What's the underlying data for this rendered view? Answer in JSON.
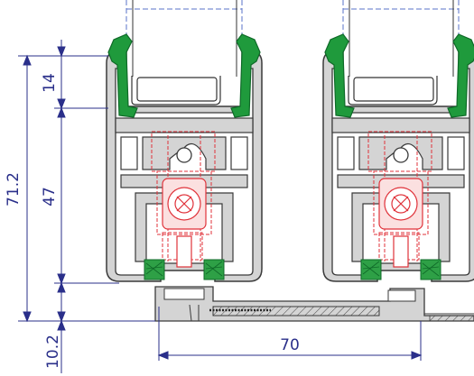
{
  "dimensions": {
    "overall_height": "71.2",
    "upper_height": "14",
    "middle_height": "47",
    "bottom_height": "10.2",
    "spacing": "70"
  },
  "colors": {
    "outline": "#3a3a3a",
    "profile_fill": "#d4d4d4",
    "gasket_green": "#1f9a3c",
    "gasket_dark": "#0f6a28",
    "dimension_blue": "#2a2f8a",
    "dash_blue": "#5a73c8",
    "hidden_red": "#e0323a",
    "brush_green": "#2ea046"
  }
}
